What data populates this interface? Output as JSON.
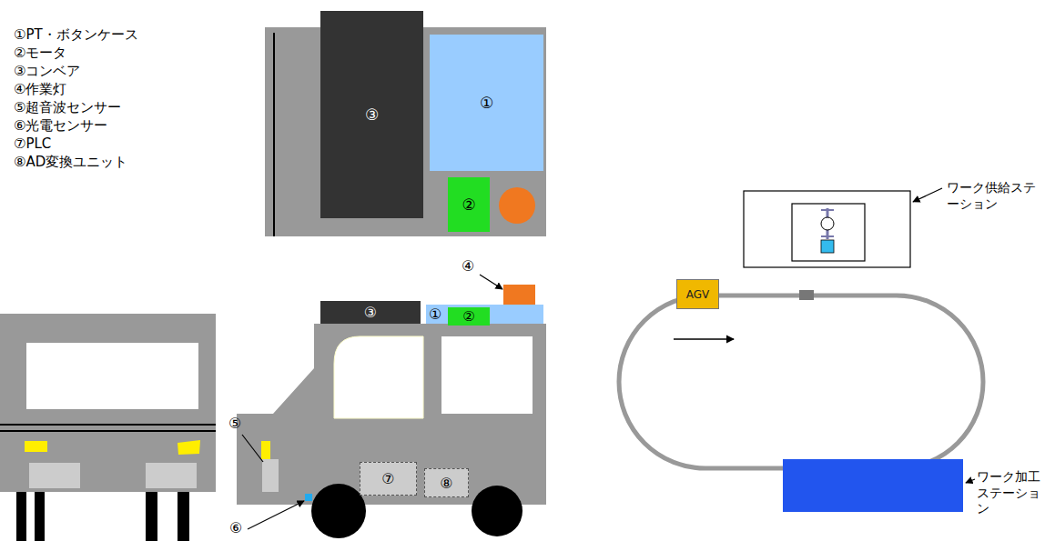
{
  "diagram": {
    "nodes": [
      {
        "text": [
          "③"
        ]
      },
      {
        "text": [
          "①"
        ]
      },
      {
        "text": [
          "②"
        ]
      },
      {
        "text": [
          "③"
        ]
      },
      {
        "text": [
          "①"
        ]
      },
      {
        "text": [
          "②"
        ]
      },
      {
        "text": [
          "⑦"
        ]
      },
      {
        "text": [
          "⑧"
        ]
      },
      {
        "text": [
          "AGV"
        ]
      }
    ],
    "labels": [
      "①PT・ボタンケース",
      "②モータ",
      "③コンベア",
      "④作業灯",
      "⑤超音波センサー",
      "⑥光電センサー",
      "⑦PLC",
      "⑧AD変換ユニット",
      "④",
      "⑤",
      "⑥",
      "ワーク供給ステーション",
      "ワーク加工ステーション"
    ]
  }
}
